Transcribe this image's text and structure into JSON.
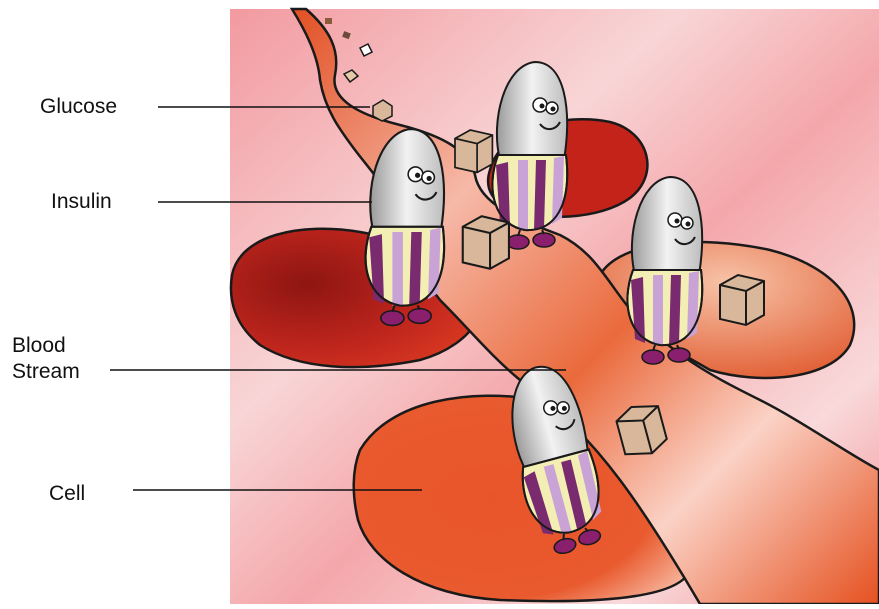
{
  "labels": {
    "glucose": "Glucose",
    "insulin": "Insulin",
    "blood_line1": "Blood",
    "blood_line2": "Stream",
    "cell": "Cell"
  },
  "colors": {
    "background_pink": "#f4a3a8",
    "stream": "#e8582a",
    "cell_dark": "#b21f1a",
    "cell_orange": "#e6461d",
    "glucose_box": "#d8b79a",
    "insulin_body": "#d9d9d9",
    "stripe_purple": "#7a2a6e",
    "stripe_yellow": "#f5ef6a",
    "feet": "#8a1f6e",
    "outline": "#1a1a1a"
  },
  "icons": [
    "glucose-cube-icon",
    "insulin-character-icon"
  ]
}
